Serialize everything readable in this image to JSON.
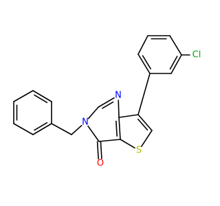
{
  "molecule": {
    "atoms": [
      {
        "label": "N",
        "color": "#0000ff",
        "role": "pyrimidine-nitrogen-top"
      },
      {
        "label": "N",
        "color": "#0000ff",
        "role": "pyrimidine-nitrogen-left"
      },
      {
        "label": "O",
        "color": "#ff0000",
        "role": "carbonyl-oxygen"
      },
      {
        "label": "S",
        "color": "#b8b800",
        "role": "thiophene-sulfur"
      },
      {
        "label": "Cl",
        "color": "#00aa00",
        "role": "chloro-substituent"
      }
    ]
  }
}
